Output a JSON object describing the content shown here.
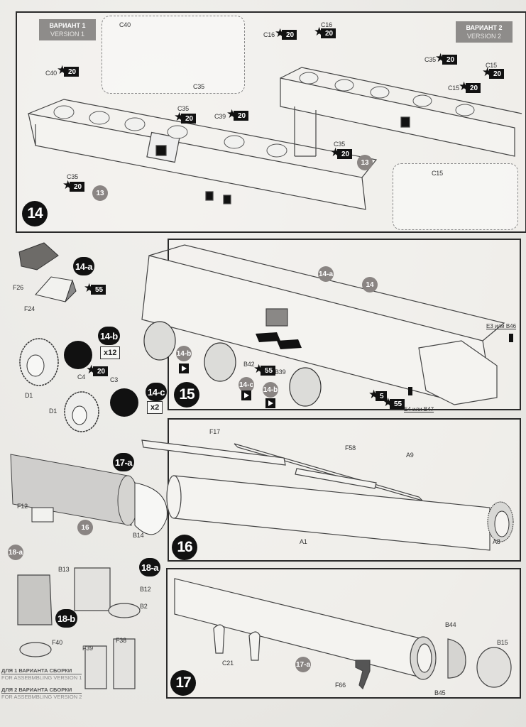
{
  "document": {
    "type": "model kit assembly instructions"
  },
  "steps": {
    "step14": {
      "number": "14",
      "version1": {
        "ru": "ВАРИАНТ 1",
        "en": "VERSION 1"
      },
      "version2": {
        "ru": "ВАРИАНТ 2",
        "en": "VERSION 2"
      },
      "parts": [
        "C40",
        "C40",
        "C35",
        "C35",
        "C35",
        "C39",
        "C16",
        "C16",
        "C35",
        "C15",
        "C15",
        "C35",
        "C15"
      ],
      "paint_codes": {
        "c40": "20",
        "c35_a": "20",
        "c35_b": "20",
        "c39": "20",
        "c16_a": "20",
        "c16_b": "20",
        "c35_c": "20",
        "c15_a": "20",
        "c15_b": "20",
        "c35_d": "20"
      },
      "ref_badge": "13",
      "inset_v1_labels": [
        "C40",
        "C35"
      ],
      "inset_v2_labels": [
        "C15"
      ]
    },
    "step14a": {
      "badge": "14-a",
      "parts": [
        "F26",
        "F24"
      ],
      "paint_code": "55"
    },
    "step14b": {
      "badge": "14-b",
      "quantity": "x12",
      "parts": [
        "D1",
        "C4"
      ],
      "paint_code": "20"
    },
    "step14c": {
      "badge": "14-c",
      "quantity": "x2",
      "parts": [
        "D1",
        "C3"
      ]
    },
    "step15": {
      "number": "15",
      "ref_badges": [
        "14-a",
        "14",
        "14-b",
        "14-c",
        "14-b"
      ],
      "parts": [
        "B42",
        "B39"
      ],
      "paint_codes": [
        "55",
        "5",
        "55"
      ],
      "alt_parts_front": "E3 или B46",
      "alt_parts_rear": "E4 или B47"
    },
    "step16": {
      "number": "16",
      "parts": [
        "F17",
        "F58",
        "A9",
        "A1",
        "A8"
      ]
    },
    "step17a": {
      "badge": "17-a",
      "parts": [
        "F12",
        "B14"
      ],
      "ref_badge": "16"
    },
    "step17": {
      "number": "17",
      "ref_badge": "17-a",
      "parts": [
        "C21",
        "F66",
        "B44",
        "B15",
        "B45"
      ]
    },
    "step18a": {
      "badge": "18-a",
      "ref_badge": "18-a",
      "parts": [
        "B13",
        "B12",
        "B2"
      ]
    },
    "step18b": {
      "badge": "18-b",
      "parts": [
        "F40",
        "F39",
        "F38"
      ],
      "note_v1": {
        "ru": "ДЛЯ 1 ВАРИАНТА СБОРКИ",
        "en": "FOR ASSEBMBLING VERSION 1"
      },
      "note_v2": {
        "ru": "ДЛЯ 2 ВАРИАНТА СБОРКИ",
        "en": "FOR ASSEBMBLING VERSION 2"
      }
    }
  },
  "icons": {
    "paint_star": "★",
    "flip_side": "flip-side-icon"
  },
  "colors": {
    "step_badge": "#111111",
    "ref_badge": "#8a8583",
    "version_label": "#8e8c8a",
    "paper": "#ecebe8",
    "frame": "#2a2a2a"
  }
}
